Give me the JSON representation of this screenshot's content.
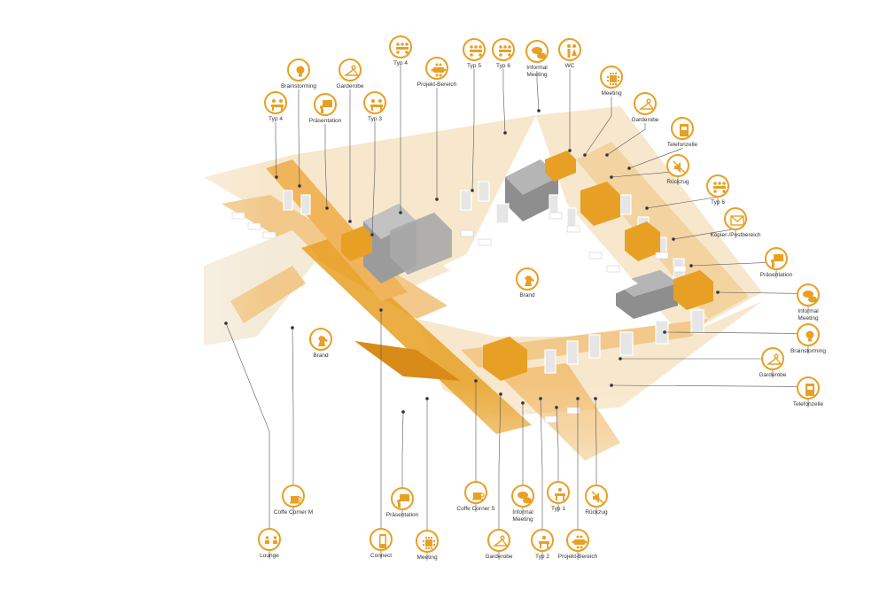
{
  "diagram": {
    "accent_color": "#e8a024",
    "building_gray": "#9a9a9a",
    "labels": [
      {
        "id": "typ4-left",
        "text": "Typ 4",
        "icon": "desk-pair-icon"
      },
      {
        "id": "brainstorming-top",
        "text": "Brainstorming",
        "icon": "lightbulb-icon"
      },
      {
        "id": "praesentation-top",
        "text": "Präsentation",
        "icon": "presentation-board-icon"
      },
      {
        "id": "garderobe-top",
        "text": "Garderobe",
        "icon": "hanger-icon"
      },
      {
        "id": "typ3",
        "text": "Typ 3",
        "icon": "desk-pair-icon"
      },
      {
        "id": "typ4-top",
        "text": "Typ 4",
        "icon": "desk-group-icon"
      },
      {
        "id": "projekt-bereich-top",
        "text": "Projekt-Bereich",
        "icon": "project-table-icon"
      },
      {
        "id": "typ5",
        "text": "Typ 5",
        "icon": "desk-group-icon"
      },
      {
        "id": "typ6-top",
        "text": "Typ 6",
        "icon": "desk-group-icon"
      },
      {
        "id": "informal-meeting-top",
        "text": "Informal\nMeeting",
        "icon": "speech-bubbles-icon"
      },
      {
        "id": "wc",
        "text": "WC",
        "icon": "people-icon"
      },
      {
        "id": "meeting-right",
        "text": "Meeting",
        "icon": "meeting-table-icon"
      },
      {
        "id": "garderobe-right",
        "text": "Garderobe",
        "icon": "hanger-icon"
      },
      {
        "id": "telefonzelle-right",
        "text": "Telefonzelle",
        "icon": "phone-booth-icon"
      },
      {
        "id": "rueckzug-right",
        "text": "Rückzug",
        "icon": "mute-icon"
      },
      {
        "id": "typ6-right",
        "text": "Typ 6",
        "icon": "desk-group-icon"
      },
      {
        "id": "kopier-postbereich",
        "text": "Kopier-/Postbereich",
        "icon": "mail-printer-icon"
      },
      {
        "id": "praesentation-right",
        "text": "Präsentation",
        "icon": "presentation-board-icon"
      },
      {
        "id": "informal-meeting-right",
        "text": "Informal\nMeeting",
        "icon": "speech-bubbles-icon"
      },
      {
        "id": "brainstorming-right",
        "text": "Brainstorming",
        "icon": "lightbulb-icon"
      },
      {
        "id": "garderobe-right-2",
        "text": "Garderobe",
        "icon": "hanger-icon"
      },
      {
        "id": "telefonzelle-right-2",
        "text": "Telefonzelle",
        "icon": "phone-booth-icon"
      },
      {
        "id": "brand-center",
        "text": "Brand",
        "icon": "horse-icon"
      },
      {
        "id": "brand-left",
        "text": "Brand",
        "icon": "horse-icon"
      },
      {
        "id": "coffe-corner-m",
        "text": "Coffe Corner M",
        "icon": "coffee-cup-icon"
      },
      {
        "id": "lounge",
        "text": "Lounge",
        "icon": "lounge-chairs-icon"
      },
      {
        "id": "connect",
        "text": "Connect",
        "icon": "phone-connect-icon"
      },
      {
        "id": "praesentation-bottom",
        "text": "Präsentation",
        "icon": "presentation-board-icon"
      },
      {
        "id": "meeting-bottom",
        "text": "Meeting",
        "icon": "meeting-table-icon"
      },
      {
        "id": "coffe-corner-s",
        "text": "Coffe Corner S",
        "icon": "coffee-cup-icon"
      },
      {
        "id": "garderobe-bottom",
        "text": "Garderobe",
        "icon": "hanger-icon"
      },
      {
        "id": "informal-meeting-bottom",
        "text": "Informal\nMeeting",
        "icon": "speech-bubbles-icon"
      },
      {
        "id": "typ1",
        "text": "Typ 1",
        "icon": "desk-single-icon"
      },
      {
        "id": "typ2",
        "text": "Typ 2",
        "icon": "desk-single-icon"
      },
      {
        "id": "rueckzug-bottom",
        "text": "Rückzug",
        "icon": "mute-icon"
      },
      {
        "id": "projekt-bereich-bottom",
        "text": "Projekt-Bereich",
        "icon": "project-table-icon"
      }
    ]
  }
}
